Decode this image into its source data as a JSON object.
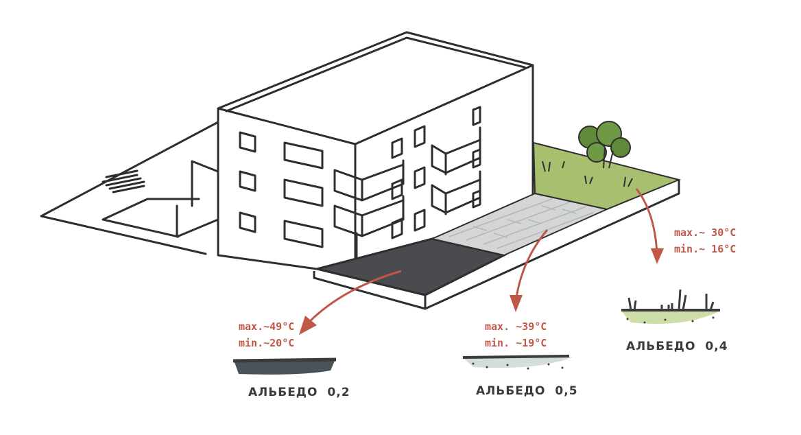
{
  "colors": {
    "accent": "#c0584a",
    "ink": "#3b3a3c",
    "asphalt": "#4a4b4f",
    "pavers": "#d4d6d6",
    "grass": "#a7bf6e"
  },
  "surfaces": [
    {
      "id": "asphalt",
      "max": "max.~49°C",
      "min": "min.~20°C",
      "albedo_label": "АЛЬБЕДО",
      "albedo_value": "0,2"
    },
    {
      "id": "pavers",
      "max": "max. ~39°C",
      "min": "min. ~19°C",
      "albedo_label": "АЛЬБЕДО",
      "albedo_value": "0,5"
    },
    {
      "id": "grass",
      "max": "max.~ 30°C",
      "min": "min.~ 16°C",
      "albedo_label": "АЛЬБЕДО",
      "albedo_value": "0,4"
    }
  ]
}
